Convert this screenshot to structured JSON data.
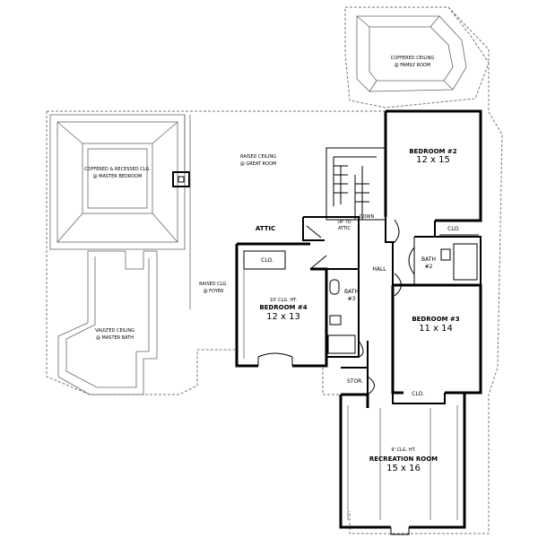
{
  "labels": {
    "coffered_family": [
      "COFFERED CEILING",
      "@ FAMILY ROOM"
    ],
    "master_bedroom": [
      "COFFERED & RECESSED CLG.",
      "@ MASTER BEDROOM"
    ],
    "great_room": [
      "RAISED CEILING",
      "@ GREAT ROOM"
    ],
    "bedroom2": [
      "BEDROOM #2",
      "12 x 15"
    ],
    "attic": "ATTIC",
    "up_to_attic": [
      "UP TO",
      "ATTIC"
    ],
    "down": "DOWN",
    "clo": "CLO.",
    "hall": "HALL",
    "bath2": [
      "BATH",
      "#2"
    ],
    "raised_foyer": [
      "RAISED CLG.",
      "@ FOYER"
    ],
    "bedroom4": [
      "10' CLG. HT.",
      "BEDROOM #4",
      "12 x 13"
    ],
    "bath3": [
      "BATH",
      "#3"
    ],
    "bedroom3": [
      "BEDROOM #3",
      "11 x 14"
    ],
    "vaulted": [
      "VAULTED CEILING",
      "@ MASTER BATH"
    ],
    "stor": "STOR.",
    "recreation": [
      "9' CLG. HT.",
      "RECREATION ROOM",
      "15 x 16"
    ]
  }
}
